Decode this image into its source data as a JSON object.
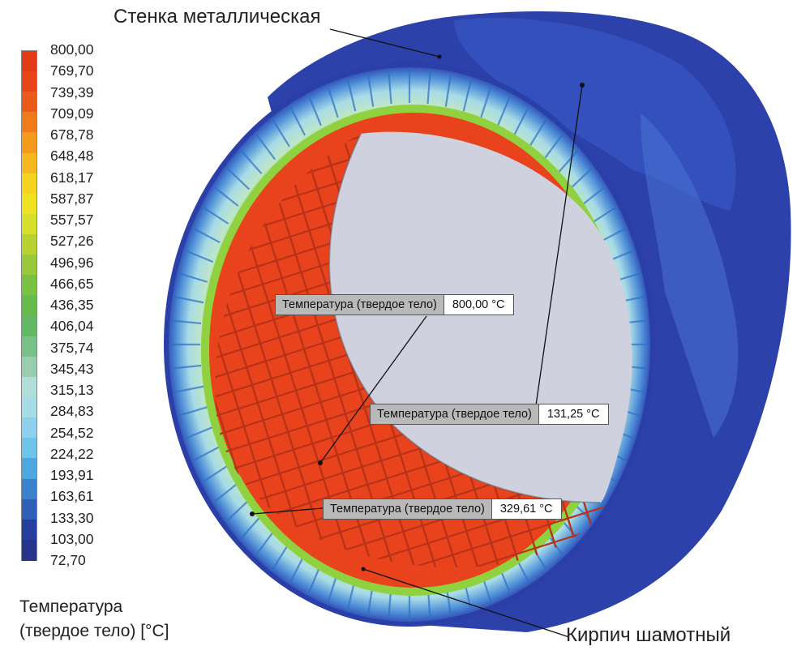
{
  "legend": {
    "ticks": [
      "800,00",
      "769,70",
      "739,39",
      "709,09",
      "678,78",
      "648,48",
      "618,17",
      "587,87",
      "557,57",
      "527,26",
      "496,96",
      "466,65",
      "436,35",
      "406,04",
      "375,74",
      "345,43",
      "315,13",
      "284,83",
      "254,52",
      "224,22",
      "193,91",
      "163,61",
      "133,30",
      "103,00",
      "72,70"
    ],
    "colors": [
      "#e33a17",
      "#e84519",
      "#eb5a1b",
      "#ef7b1d",
      "#f49a1d",
      "#f6b81e",
      "#f5d41f",
      "#efe321",
      "#d6e02a",
      "#b9d232",
      "#99c93b",
      "#7cc242",
      "#67bb4d",
      "#62b865",
      "#79c189",
      "#98cdb0",
      "#b1dcd8",
      "#a7dbe6",
      "#8ed1ec",
      "#6ec4ea",
      "#4fa7df",
      "#3b82cc",
      "#2e5eb6",
      "#263f9d",
      "#26348c"
    ],
    "title_line1": "Температура",
    "title_line2": "(твердое тело) [°C]"
  },
  "callouts": {
    "wall": "Стенка металлическая",
    "brick": "Кирпич шамотный"
  },
  "probes": [
    {
      "name": "Температура (твердое тело)",
      "value": "800,00 °C"
    },
    {
      "name": "Температура (твердое тело)",
      "value": "131,25 °C"
    },
    {
      "name": "Температура (твердое тело)",
      "value": "329,61 °C"
    }
  ],
  "colors": {
    "shell_outer": "#2f48b4",
    "shell_side": "#2a3fa8",
    "hot_lining": "#e8431c",
    "interior": "#cfd2de",
    "green_ring": "#8fd13f"
  }
}
